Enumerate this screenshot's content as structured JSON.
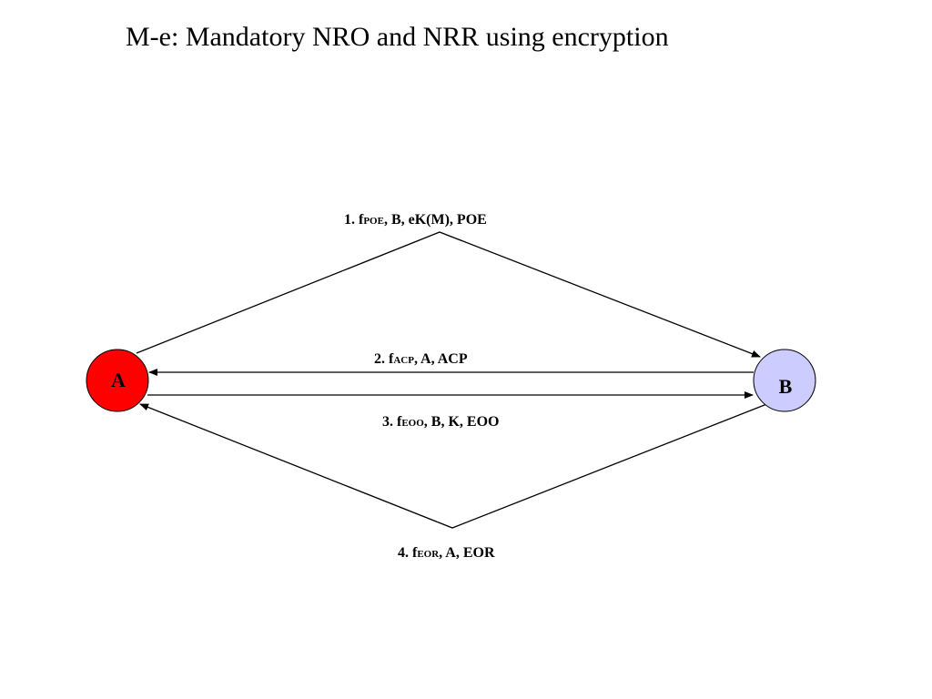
{
  "title": "M-e: Mandatory NRO and NRR using encryption",
  "nodes": {
    "a": {
      "label": "A",
      "fill": "#ff0000"
    },
    "b": {
      "label": "B",
      "fill": "#ccccff"
    }
  },
  "messages": [
    {
      "prefix": "1. f",
      "sub": "POE",
      "rest": ", B, eK(M), POE"
    },
    {
      "prefix": "2. f",
      "sub": "ACP",
      "rest": ", A, ACP"
    },
    {
      "prefix": "3. f",
      "sub": "EOO",
      "rest": ", B, K, EOO"
    },
    {
      "prefix": "4. f",
      "sub": "EOR",
      "rest": ", A, EOR"
    }
  ]
}
